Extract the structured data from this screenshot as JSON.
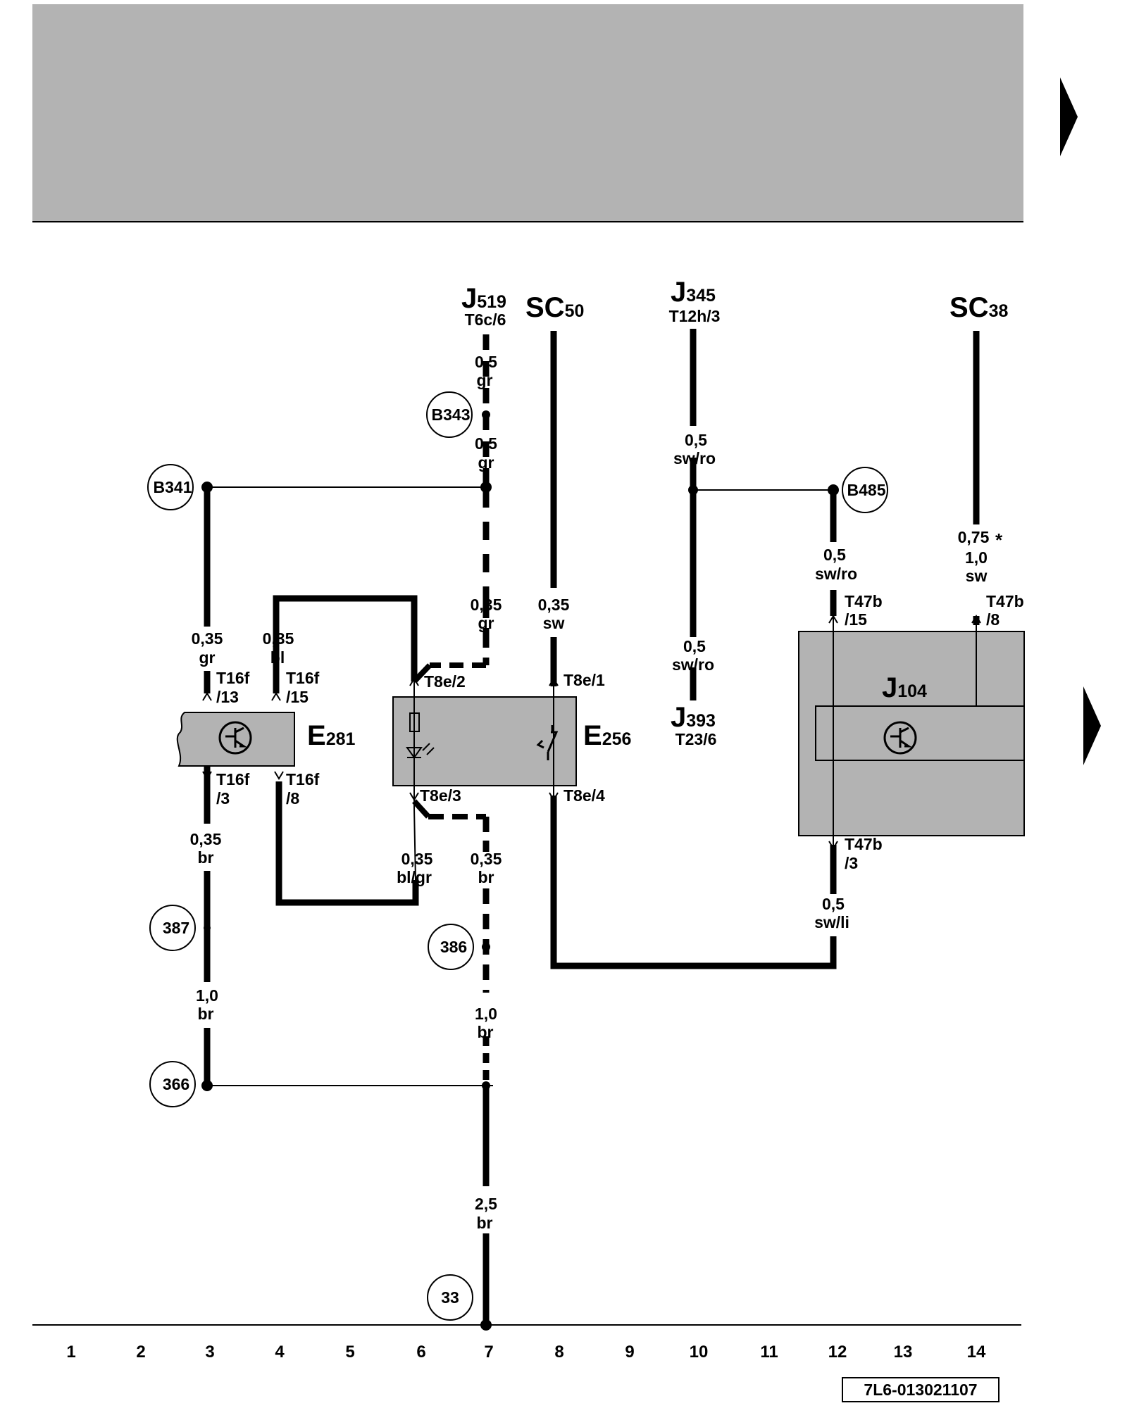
{
  "diagram": {
    "units": {
      "J519": {
        "main": "J",
        "sub": "519",
        "pin": "T6c/6"
      },
      "SC50": {
        "main": "SC",
        "sub": "50"
      },
      "J345": {
        "main": "J",
        "sub": "345",
        "pin": "T12h/3"
      },
      "SC38": {
        "main": "SC",
        "sub": "38"
      },
      "J393": {
        "main": "J",
        "sub": "393",
        "pin": "T23/6"
      },
      "E281": {
        "main": "E",
        "sub": "281"
      },
      "E256": {
        "main": "E",
        "sub": "256"
      },
      "J104": {
        "main": "J",
        "sub": "104"
      }
    },
    "nodes": {
      "b343": "B343",
      "b341": "B341",
      "b485": "B485",
      "n387": "387",
      "n386": "386",
      "n366": "366",
      "n33": "33"
    },
    "wires": {
      "w1a": "0,5",
      "w1b": "gr",
      "w2a": "0,5",
      "w2b": "gr",
      "w3a": "0,35",
      "w3b": "gr",
      "w4a": "0,35",
      "w4b": "sw",
      "w5a": "0,5",
      "w5b": "sw/ro",
      "w6a": "0,5",
      "w6b": "sw/ro",
      "w7a": "0,5",
      "w7b": "sw/ro",
      "w8a": "0,75",
      "w8star": "*",
      "w8b": "1,0",
      "w8c": "sw",
      "w9a": "0,35",
      "w9b": "gr",
      "w10a": "0,35",
      "w10b": "bl",
      "w11a": "0,35",
      "w11b": "br",
      "w12a": "0,35",
      "w12b": "bl/gr",
      "w13a": "0,35",
      "w13b": "br",
      "w14a": "0,5",
      "w14b": "sw/li",
      "w15a": "1,0",
      "w15b": "br",
      "w16a": "1,0",
      "w16b": "br",
      "w17a": "2,5",
      "w17b": "br"
    },
    "pins": {
      "p_t16f13_a": "T16f",
      "p_t16f13_b": "/13",
      "p_t16f15_a": "T16f",
      "p_t16f15_b": "/15",
      "p_t16f3_a": "T16f",
      "p_t16f3_b": "/3",
      "p_t16f8_a": "T16f",
      "p_t16f8_b": "/8",
      "p_t8e2": "T8e/2",
      "p_t8e1": "T8e/1",
      "p_t8e3": "T8e/3",
      "p_t8e4": "T8e/4",
      "p_t47b15_a": "T47b",
      "p_t47b15_b": "/15",
      "p_t47b8_a": "T47b",
      "p_t47b8_b": "/8",
      "p_t47b3_a": "T47b",
      "p_t47b3_b": "/3"
    },
    "columns": [
      "1",
      "2",
      "3",
      "4",
      "5",
      "6",
      "7",
      "8",
      "9",
      "10",
      "11",
      "12",
      "13",
      "14"
    ],
    "code": "7L6-013021107"
  }
}
